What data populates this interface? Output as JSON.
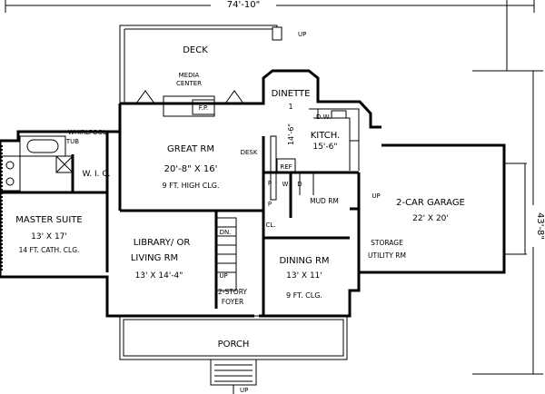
{
  "dimensions": {
    "width_overall": "74'-10\"",
    "depth_overall": "43'-8\""
  },
  "rooms": {
    "deck": "DECK",
    "media_center": [
      "MEDIA",
      "CENTER"
    ],
    "fp": "F.P.",
    "dinette": "DINETTE",
    "dinette_num": "1",
    "dw": "D.W.",
    "kitchen": "KITCH.",
    "kitchen_size": "15'-6\"",
    "kitchen_side": "14'-6\"",
    "desk": "DESK",
    "ref": "REF",
    "whirlpool": [
      "WHIRLPOOL",
      "TUB"
    ],
    "wic": "W. I. C.",
    "great_rm": "GREAT RM",
    "great_size": "20'-8\" X 16'",
    "great_clg": "9 FT. HIGH CLG.",
    "master": "MASTER SUITE",
    "master_size": "13' X 17'",
    "master_clg": "14 FT. CATH. CLG.",
    "p1": "P",
    "p2": "P",
    "cl": "CL.",
    "w": "W",
    "d": "D",
    "mud": "MUD RM",
    "up_mud": "UP",
    "garage": "2-CAR GARAGE",
    "garage_size": "22' X 20'",
    "library": "LIBRARY/ OR",
    "living": "LIVING RM",
    "library_size": "13' X 14'-4\"",
    "dn": "DN.",
    "up_stair": "UP",
    "dining": "DINING RM",
    "dining_size": "13' X 11'",
    "dining_clg": "9 FT. CLG.",
    "storage": "STORAGE",
    "utility": "UTILITY RM",
    "foyer": [
      "2-STORY",
      "FOYER"
    ],
    "porch": "PORCH",
    "up_deck": "UP",
    "up_porch": "UP"
  }
}
